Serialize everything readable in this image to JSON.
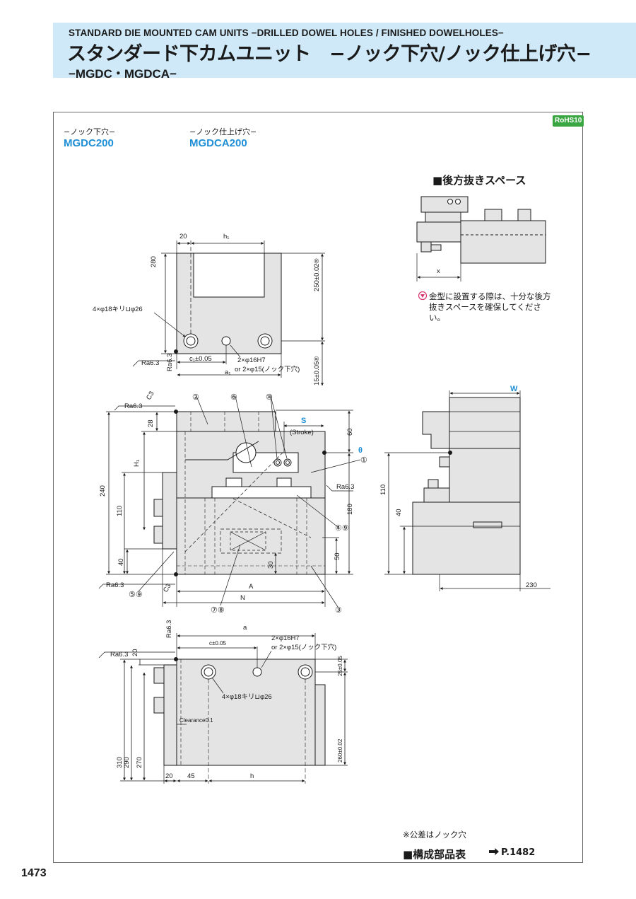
{
  "header": {
    "title_en": "STANDARD DIE MOUNTED CAM UNITS −DRILLED DOWEL HOLES / FINISHED DOWELHOLES−",
    "title_jp": "スタンダード下カムユニット　−ノック下穴/ノック仕上げ穴−",
    "codes": "−MGDC・MGDCA−"
  },
  "badge": "RoHS10",
  "variants": [
    {
      "label": "−ノック下穴−",
      "code": "MGDC200"
    },
    {
      "label": "−ノック仕上げ穴−",
      "code": "MGDCA200"
    }
  ],
  "space": {
    "heading": "■後方抜きスペース",
    "dim_x": "x",
    "note": "金型に設置する際は、十分な後方抜きスペースを確保してください。"
  },
  "top_view": {
    "d20": "20",
    "h1": "h₁",
    "d280": "280",
    "d250": "250±0.02®",
    "holes": "4×φ18キリ⊔φ26",
    "ra": "Ra6.3",
    "c1": "c₁±0.05",
    "a1": "a₁",
    "dowel_1": "2×φ16H7",
    "dowel_2": "or 2×φ15(ノック下穴)",
    "d15": "15±0.05®"
  },
  "front_view": {
    "c3": "C3",
    "ra": "Ra6.3",
    "d28": "28",
    "H1": "H₁",
    "d240": "240",
    "d110": "110",
    "d40": "40",
    "S": "S",
    "stroke": "(Stroke)",
    "d60": "60",
    "theta": "θ",
    "d180": "180",
    "d50": "50",
    "d30": "30",
    "A": "A",
    "N": "N",
    "callouts": [
      "①",
      "②",
      "③",
      "④⑨",
      "⑤⑨",
      "⑥",
      "⑦⑧",
      "⑩"
    ]
  },
  "side_view": {
    "W": "W",
    "d110": "110",
    "d40": "40",
    "d230": "230"
  },
  "bottom_view": {
    "ra": "Ra6.3",
    "a": "a",
    "c": "c±0.05",
    "dowel_1": "2×φ16H7",
    "dowel_2": "or 2×φ15(ノック下穴)",
    "d20": "20",
    "d25": "25±0.05",
    "holes": "4×φ18キリ⊔φ26",
    "clearance": "Clearance0.1",
    "d310": "310",
    "d290": "290",
    "d270": "270",
    "d260": "260±0.02",
    "d45": "45",
    "h": "h"
  },
  "footer": {
    "tolerance_note": "※公差はノック穴",
    "parts_table": "■構成部品表",
    "page_ref": "P.1482",
    "page_number": "1473"
  },
  "colors": {
    "banner": "#cfe9f8",
    "accent_blue": "#1e8fd6",
    "badge_green": "#3aa742",
    "part_fill": "#e4e4e4"
  }
}
